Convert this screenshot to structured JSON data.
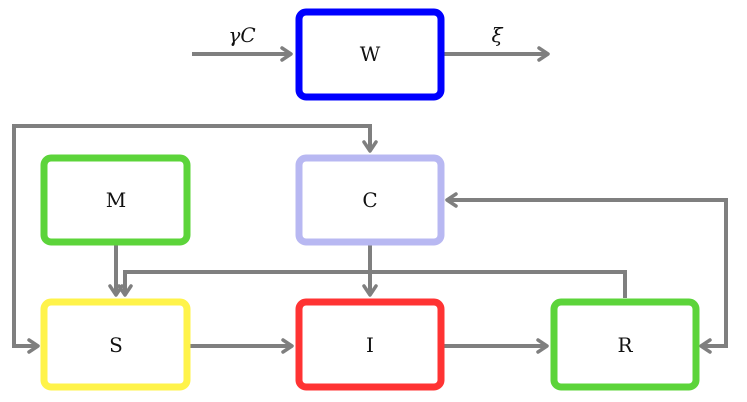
{
  "nodes": [
    {
      "id": "W",
      "label": "W",
      "color": "#0000ff"
    },
    {
      "id": "M",
      "label": "M",
      "color": "#5cd43a"
    },
    {
      "id": "C",
      "label": "C",
      "color": "#b8b8f2"
    },
    {
      "id": "S",
      "label": "S",
      "color": "#fff34a"
    },
    {
      "id": "I",
      "label": "I",
      "color": "#ff3333"
    },
    {
      "id": "R",
      "label": "R",
      "color": "#5cd43a"
    }
  ],
  "edges": [
    {
      "id": "in-W",
      "from": null,
      "to": "W",
      "label": "γC"
    },
    {
      "id": "W-out",
      "from": "W",
      "to": null,
      "label": "ξ"
    },
    {
      "id": "M-S",
      "from": "M",
      "to": "S"
    },
    {
      "id": "C-I",
      "from": "C",
      "to": "I"
    },
    {
      "id": "R-S",
      "from": "R",
      "to": "S"
    },
    {
      "id": "S-I",
      "from": "S",
      "to": "I"
    },
    {
      "id": "I-R",
      "from": "I",
      "to": "R"
    },
    {
      "id": "S-C",
      "from": "S",
      "to": "C"
    },
    {
      "id": "R-C",
      "from": "R",
      "to": "C"
    },
    {
      "id": "C-R",
      "from": "C",
      "to": "R"
    }
  ],
  "edge_color": "#7f7f7f"
}
